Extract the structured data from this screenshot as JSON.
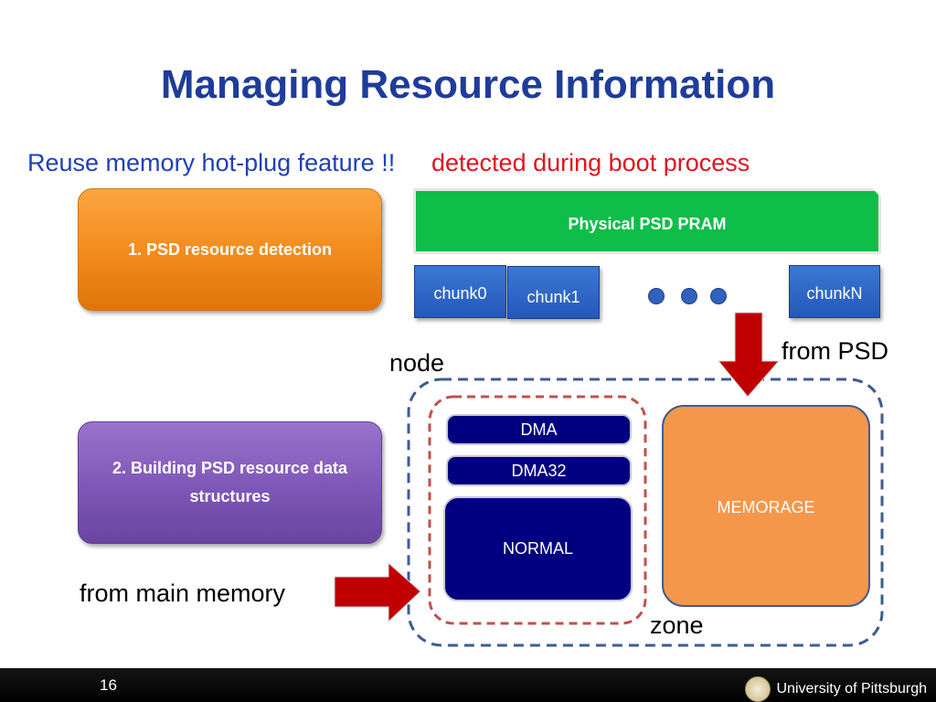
{
  "title": "Managing Resource Information",
  "subtitle": {
    "blue_text": "Reuse memory hot-plug feature !!",
    "red_text": "detected during boot process"
  },
  "steps": {
    "step1": "1. PSD resource detection",
    "step2": "2. Building PSD resource data structures"
  },
  "pram": {
    "label": "Physical PSD PRAM",
    "chunks": [
      "chunk0",
      "chunk1",
      "chunkN"
    ]
  },
  "labels": {
    "from_psd": "from PSD",
    "node": "node",
    "from_main_memory": "from main memory",
    "zone": "zone"
  },
  "zones": {
    "dma": "DMA",
    "dma32": "DMA32",
    "normal": "NORMAL",
    "memorage": "MEMORAGE"
  },
  "footer": {
    "page_number": "16",
    "university": "University of Pittsburgh"
  },
  "colors": {
    "title": "#1e3c9a",
    "arrow": "#c00000",
    "node_border": "#3e5c92",
    "zone_border": "#c0504d"
  }
}
